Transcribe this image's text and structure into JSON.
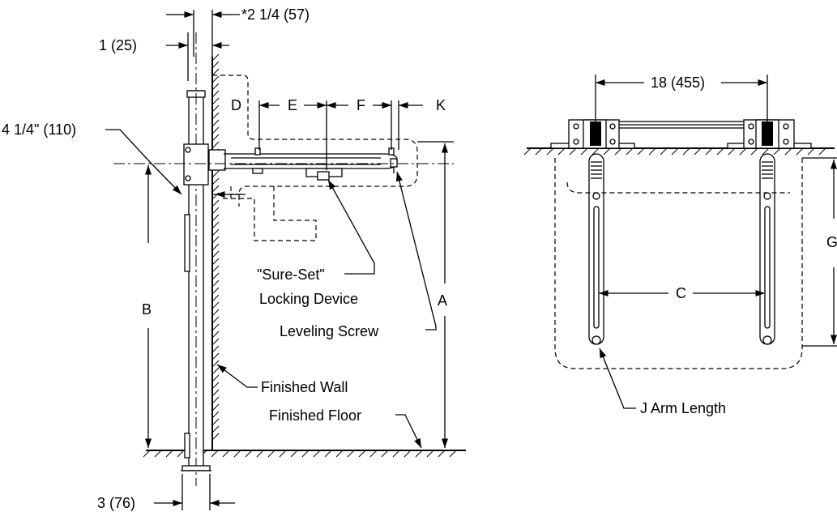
{
  "side_view": {
    "dim_top_width": "*2 1/4 (57)",
    "dim_pipe": "1 (25)",
    "dim_arm_height": "4 1/4\" (110)",
    "dim_foot": "3 (76)",
    "label_a": "A",
    "label_b": "B",
    "label_d": "D",
    "label_e": "E",
    "label_f": "F",
    "label_k": "K",
    "sure_set_line1": "\"Sure-Set\"",
    "sure_set_line2": "Locking Device",
    "leveling_screw": "Leveling Screw",
    "finished_wall": "Finished Wall",
    "finished_floor": "Finished Floor"
  },
  "top_view": {
    "dim_spacing": "18 (455)",
    "label_c": "C",
    "label_g": "G",
    "arm_length": "J Arm Length"
  }
}
